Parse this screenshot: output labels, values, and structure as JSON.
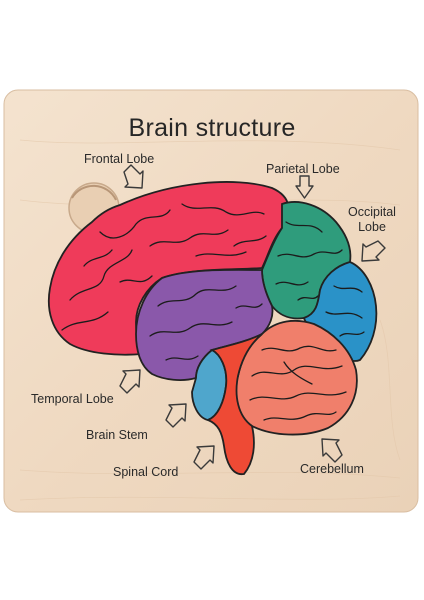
{
  "puzzle": {
    "title": "Brain structure",
    "labels": {
      "frontal": "Frontal Lobe",
      "parietal": "Parietal Lobe",
      "occipital_line1": "Occipital",
      "occipital_line2": "Lobe",
      "temporal": "Temporal Lobe",
      "brainstem": "Brain Stem",
      "spinal": "Spinal Cord",
      "cerebellum": "Cerebellum"
    },
    "colors": {
      "board": "#f1dcc6",
      "frontal": "#ef3b5a",
      "parietal": "#2f9c7c",
      "occipital": "#2a92c8",
      "temporal": "#8a58aa",
      "brainstem": "#4fa6cc",
      "spinal": "#ee4a35",
      "cerebellum": "#f07f6b"
    }
  }
}
